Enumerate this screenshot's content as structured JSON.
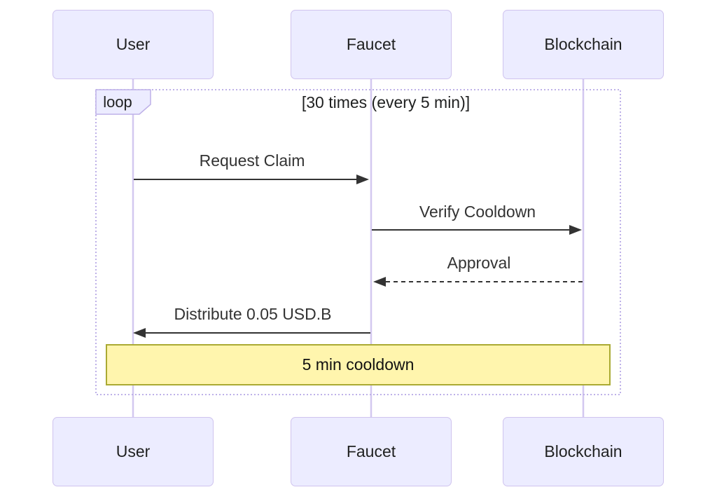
{
  "diagram": {
    "type": "sequence",
    "actors": [
      {
        "id": "user",
        "label": "User"
      },
      {
        "id": "faucet",
        "label": "Faucet"
      },
      {
        "id": "blockchain",
        "label": "Blockchain"
      }
    ],
    "loop": {
      "label": "loop",
      "condition": "[30 times (every 5 min)]"
    },
    "messages": [
      {
        "from": "User",
        "to": "Faucet",
        "label": "Request Claim",
        "line": "solid"
      },
      {
        "from": "Faucet",
        "to": "Blockchain",
        "label": "Verify Cooldown",
        "line": "solid"
      },
      {
        "from": "Blockchain",
        "to": "Faucet",
        "label": "Approval",
        "line": "dashed"
      },
      {
        "from": "Faucet",
        "to": "User",
        "label": "Distribute 0.05 USD.B",
        "line": "solid"
      }
    ],
    "note": {
      "text": "5 min cooldown"
    },
    "colors": {
      "actor_fill": "#ECECFF",
      "actor_border": "#CFC3EE",
      "lifeline": "#D3C8F0",
      "frame_border": "#BEB1E8",
      "note_fill": "#FFF5AD",
      "note_border": "#AAAA33",
      "arrow": "#333333",
      "text": "#1F2020",
      "message_text": "#333333"
    }
  }
}
